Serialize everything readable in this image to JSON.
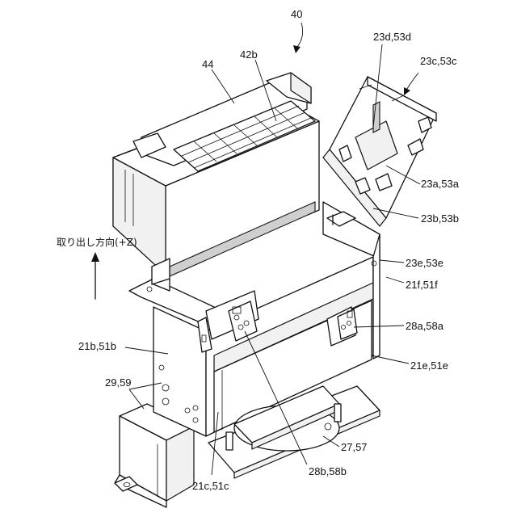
{
  "figure": {
    "ref_main": "40",
    "direction_label": "取り出し方向(+Z)",
    "labels": {
      "l44": "44",
      "l42b": "42b",
      "l23d": "23d,53d",
      "l23c": "23c,53c",
      "l23a": "23a,53a",
      "l23b": "23b,53b",
      "l23e": "23e,53e",
      "l21f": "21f,51f",
      "l28a": "28a,58a",
      "l21e": "21e,51e",
      "l21b": "21b,51b",
      "l29": "29,59",
      "l27": "27,57",
      "l21c": "21c,51c",
      "l28b": "28b,58b"
    }
  }
}
